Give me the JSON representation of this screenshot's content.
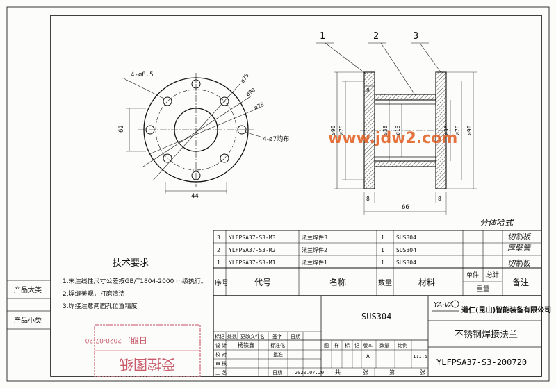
{
  "drawing": {
    "left_view": {
      "holes_label": "4-ø8.5",
      "d75": "ø75",
      "d90": "ø90",
      "d76": "ø76",
      "holes7": "4-ø7均布",
      "dim62": "62",
      "dim44": "44"
    },
    "section_view": {
      "balloons": [
        "1",
        "2",
        "3"
      ],
      "dims_left": [
        "ø90",
        "ø76"
      ],
      "dims_inner": [
        "ø38",
        "ø18",
        "ø36",
        "ø76",
        "ø90"
      ],
      "dim8_top": "8",
      "dim8_bottom_left": "8",
      "dim8_bottom_right": "8",
      "dim66": "66"
    },
    "watermark": "www.jdw2.com"
  },
  "handwriting": {
    "note1": "分体哈式",
    "note2": "切割板",
    "note3": "厚壁管",
    "note4": "切割板"
  },
  "tech_requirements": {
    "title": "技术要求",
    "items": [
      "1.未注线性尺寸公差按GB/T1804-2000  m级执行。",
      "2.焊缝美观，打磨清洁",
      "3.焊接注意两面孔位置精度"
    ]
  },
  "side_labels": {
    "product_big": "产品大类",
    "product_small": "产品小类"
  },
  "stamp": {
    "line1": "受控图纸",
    "line2": "日期:",
    "date": "2020-07-20"
  },
  "bom": {
    "rows": [
      {
        "seq": "3",
        "code": "YLFPSA37-S3-M3",
        "name": "法兰焊件3",
        "qty": "1",
        "material": "SUS304"
      },
      {
        "seq": "2",
        "code": "YLFPSA37-S3-M2",
        "name": "法兰焊件2",
        "qty": "1",
        "material": "SUS304"
      },
      {
        "seq": "1",
        "code": "YLFPSA37-S3-M1",
        "name": "法兰焊件1",
        "qty": "1",
        "material": "SUS304"
      }
    ],
    "header": {
      "seq": "序号",
      "code": "代号",
      "name": "名称",
      "qty": "数量",
      "material": "材料",
      "unit": "单件",
      "total": "总计",
      "weight": "重量",
      "remark": "备注"
    }
  },
  "title_block": {
    "material": "SUS304",
    "company_logo": "YA-VA",
    "company": "道仁(昆山)智能装备有限公司",
    "part_name": "不锈钢焊接法兰",
    "drawing_no": "YLFPSA37-S3-200720",
    "rev_header": [
      "标记",
      "处数",
      "更改文件名",
      "签字",
      "日期"
    ],
    "designer_label": "设 计",
    "designer": "杨铁鑫",
    "standardized": "标准化",
    "checker": "校 对",
    "approve": "批准",
    "review": "审 核",
    "process": "工 艺",
    "date_label": "日期",
    "date": "2020.07.20",
    "stage_headers": [
      "图",
      "样",
      "标",
      "记",
      "版本",
      "数量",
      "比例"
    ],
    "version": "A",
    "scale": "1:1.5",
    "total_sheets": "共",
    "sheet_unit": "张",
    "sheet_no": "第",
    "sheet_unit2": "张"
  }
}
